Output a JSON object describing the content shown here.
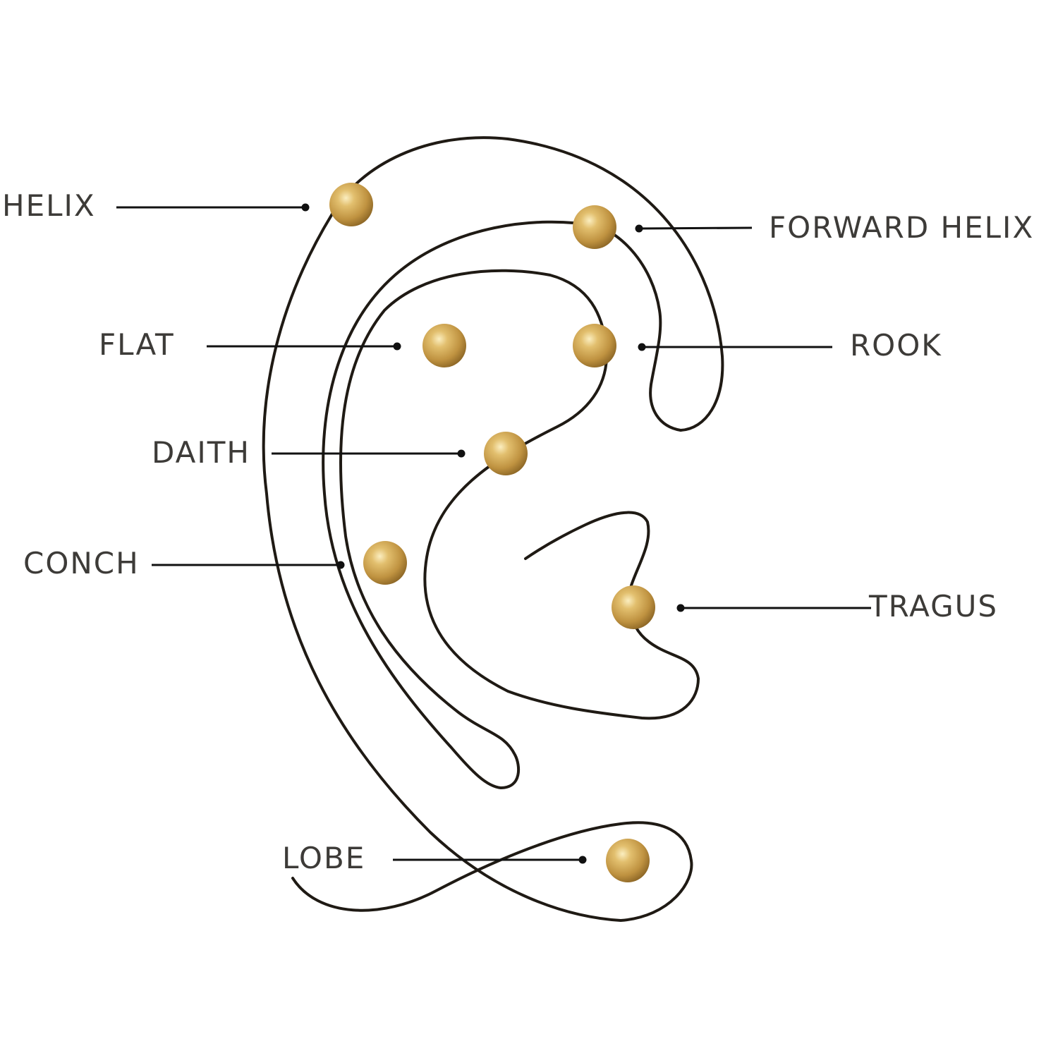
{
  "labels": {
    "helix": "HELIX",
    "forward_helix": "FORWARD HELIX",
    "flat": "FLAT",
    "rook": "ROOK",
    "daith": "DAITH",
    "conch": "CONCH",
    "tragus": "TRAGUS",
    "lobe": "LOBE"
  },
  "colors": {
    "line": "#1f1a14",
    "text": "#3d3b38",
    "stud_gold": "#c9a046"
  }
}
